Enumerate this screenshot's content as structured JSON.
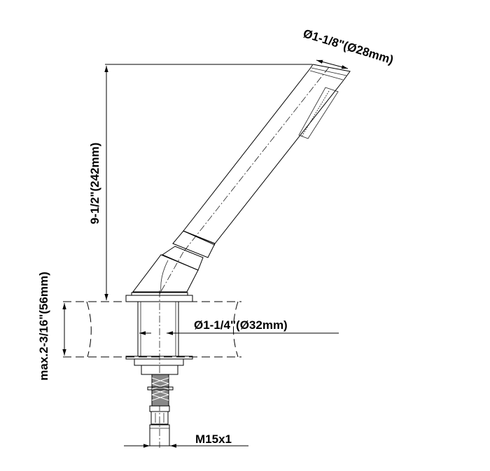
{
  "drawing": {
    "dimensions": {
      "height_total": "9-1/2\"(242mm)",
      "handshower_diameter": "Ø1-1/8\"(Ø28mm)",
      "base_diameter": "Ø1-1/4\"(Ø32mm)",
      "max_deck_thickness": "max.2-3/16\"(56mm)",
      "connection_thread": "M15x1"
    }
  }
}
